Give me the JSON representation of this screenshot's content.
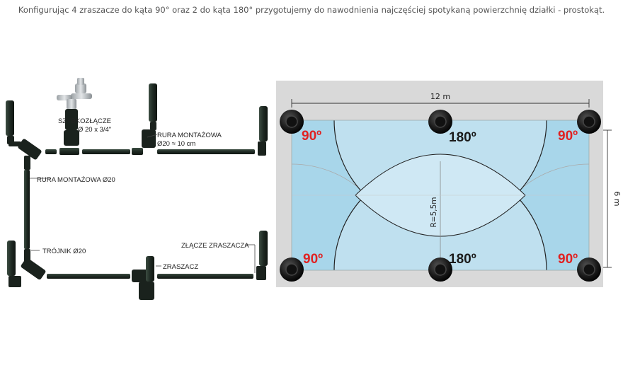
{
  "intro_text": "Konfigurując 4 zraszacze do kąta 90° oraz 2 do kąta 180° przygotujemy do nawodnienia najczęściej spotykaną powierzchnię działki - prostokąt.",
  "installation": {
    "quick_coupler_label": "SZYBKOZŁĄCZE",
    "quick_coupler_size": "Ø 20 x 3/4\"",
    "pipe_top_label": "RURA MONTAŻOWA",
    "pipe_top_size": "Ø20 ≈ 10 cm",
    "pipe_left_label": "RURA MONTAŻOWA Ø20",
    "tee_label": "TRÓJNIK Ø20",
    "sprinkler_label": "ZRASZACZ",
    "sprinkler_connector_label": "ZŁĄCZE ZRASZACZA"
  },
  "coverage_plan": {
    "width_label": "12 m",
    "height_label": "6 m",
    "radius_label": "R=5,5m",
    "angle_90": "90º",
    "angle_180": "180º",
    "colors": {
      "panel": "#d9d9d9",
      "field": "#cde6f2",
      "overlap": "#a8d6ea",
      "angle_90": "#e02222"
    }
  }
}
